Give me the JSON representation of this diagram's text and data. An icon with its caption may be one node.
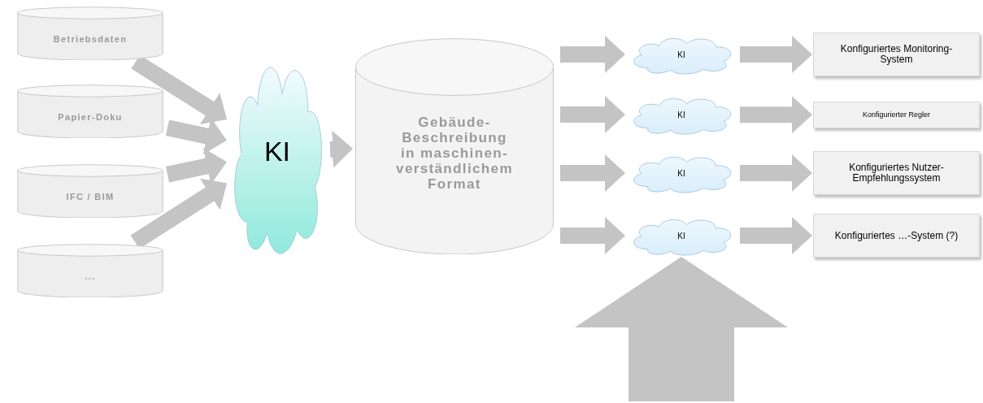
{
  "diagram": {
    "nodes": [
      {
        "text": [
          "Betriebsdaten"
        ]
      },
      {
        "text": [
          "Papier-Doku"
        ]
      },
      {
        "text": [
          "IFC / BIM"
        ]
      },
      {
        "text": [
          "..."
        ]
      },
      {
        "text": [
          "KI"
        ]
      },
      {
        "text": [
          "Gebäude- Beschreibung in **maschinen- verständlichem** Format"
        ]
      },
      {
        "text": [
          "KI"
        ]
      },
      {
        "text": [
          "KI"
        ]
      },
      {
        "text": [
          "KI"
        ]
      },
      {
        "text": [
          "KI"
        ]
      },
      {
        "text": [
          "Konfiguriertes Monitoring- System"
        ]
      },
      {
        "text": [
          "Konfigurierter Regler"
        ]
      },
      {
        "text": [
          "Konfiguriertes Nutzer- Empfehlungssystem"
        ]
      },
      {
        "text": [
          "Konfiguriertes …-System (?)"
        ]
      }
    ],
    "edges": [
      {
        "from": 0,
        "to": 4,
        "arrow": "to"
      },
      {
        "from": 1,
        "to": 4,
        "arrow": "to"
      },
      {
        "from": 2,
        "to": 4,
        "arrow": "to"
      },
      {
        "from": 3,
        "to": 4,
        "arrow": "to"
      },
      {
        "from": 4,
        "to": 5,
        "arrow": "to"
      },
      {
        "from": 5,
        "to": 6,
        "arrow": "to"
      },
      {
        "from": 5,
        "to": 7,
        "arrow": "to"
      },
      {
        "from": 5,
        "to": 8,
        "arrow": "to"
      },
      {
        "from": 5,
        "to": 9,
        "arrow": "to"
      },
      {
        "from": 6,
        "to": 10,
        "arrow": "to"
      },
      {
        "from": 7,
        "to": 11,
        "arrow": "to"
      },
      {
        "from": 8,
        "to": 12,
        "arrow": "to"
      },
      {
        "from": 9,
        "to": 13,
        "arrow": "to"
      },
      {
        "from": null,
        "to": 9,
        "arrow": "to",
        "style": "thick"
      }
    ]
  }
}
